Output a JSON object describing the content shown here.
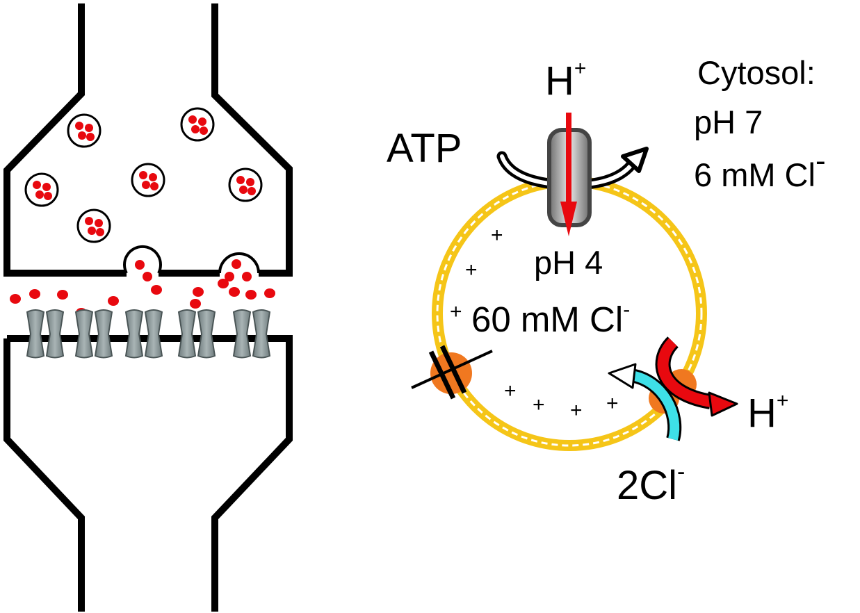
{
  "labels": {
    "h_top": "H",
    "h_top_sup": "+",
    "atp": "ATP",
    "cytosol_title": "Cytosol:",
    "cytosol_ph": "pH 7",
    "cytosol_cl": "6 mM Cl",
    "cytosol_cl_sup": "-",
    "vesicle_ph": "pH 4",
    "vesicle_cl": "60 mM Cl",
    "vesicle_cl_sup": "-",
    "h_right": "H",
    "h_right_sup": "+",
    "cl_bottom": "2Cl",
    "cl_bottom_sup": "-",
    "plus": "+"
  },
  "colors": {
    "outline": "#000000",
    "neurotransmitter": "#e8090f",
    "membrane": "#f5c518",
    "receptor": "#8d9a9c",
    "pump_gray": "#9a9a9a",
    "channel_orange": "#f07820",
    "antiporter_red": "#e8090f",
    "antiporter_cyan": "#3ee0e8"
  },
  "icons": {
    "proton_pump": "v-atpase-icon",
    "chloride_channel": "chloride-channel-icon",
    "antiporter": "clc-antiporter-icon",
    "receptor": "receptor-channel-icon"
  }
}
